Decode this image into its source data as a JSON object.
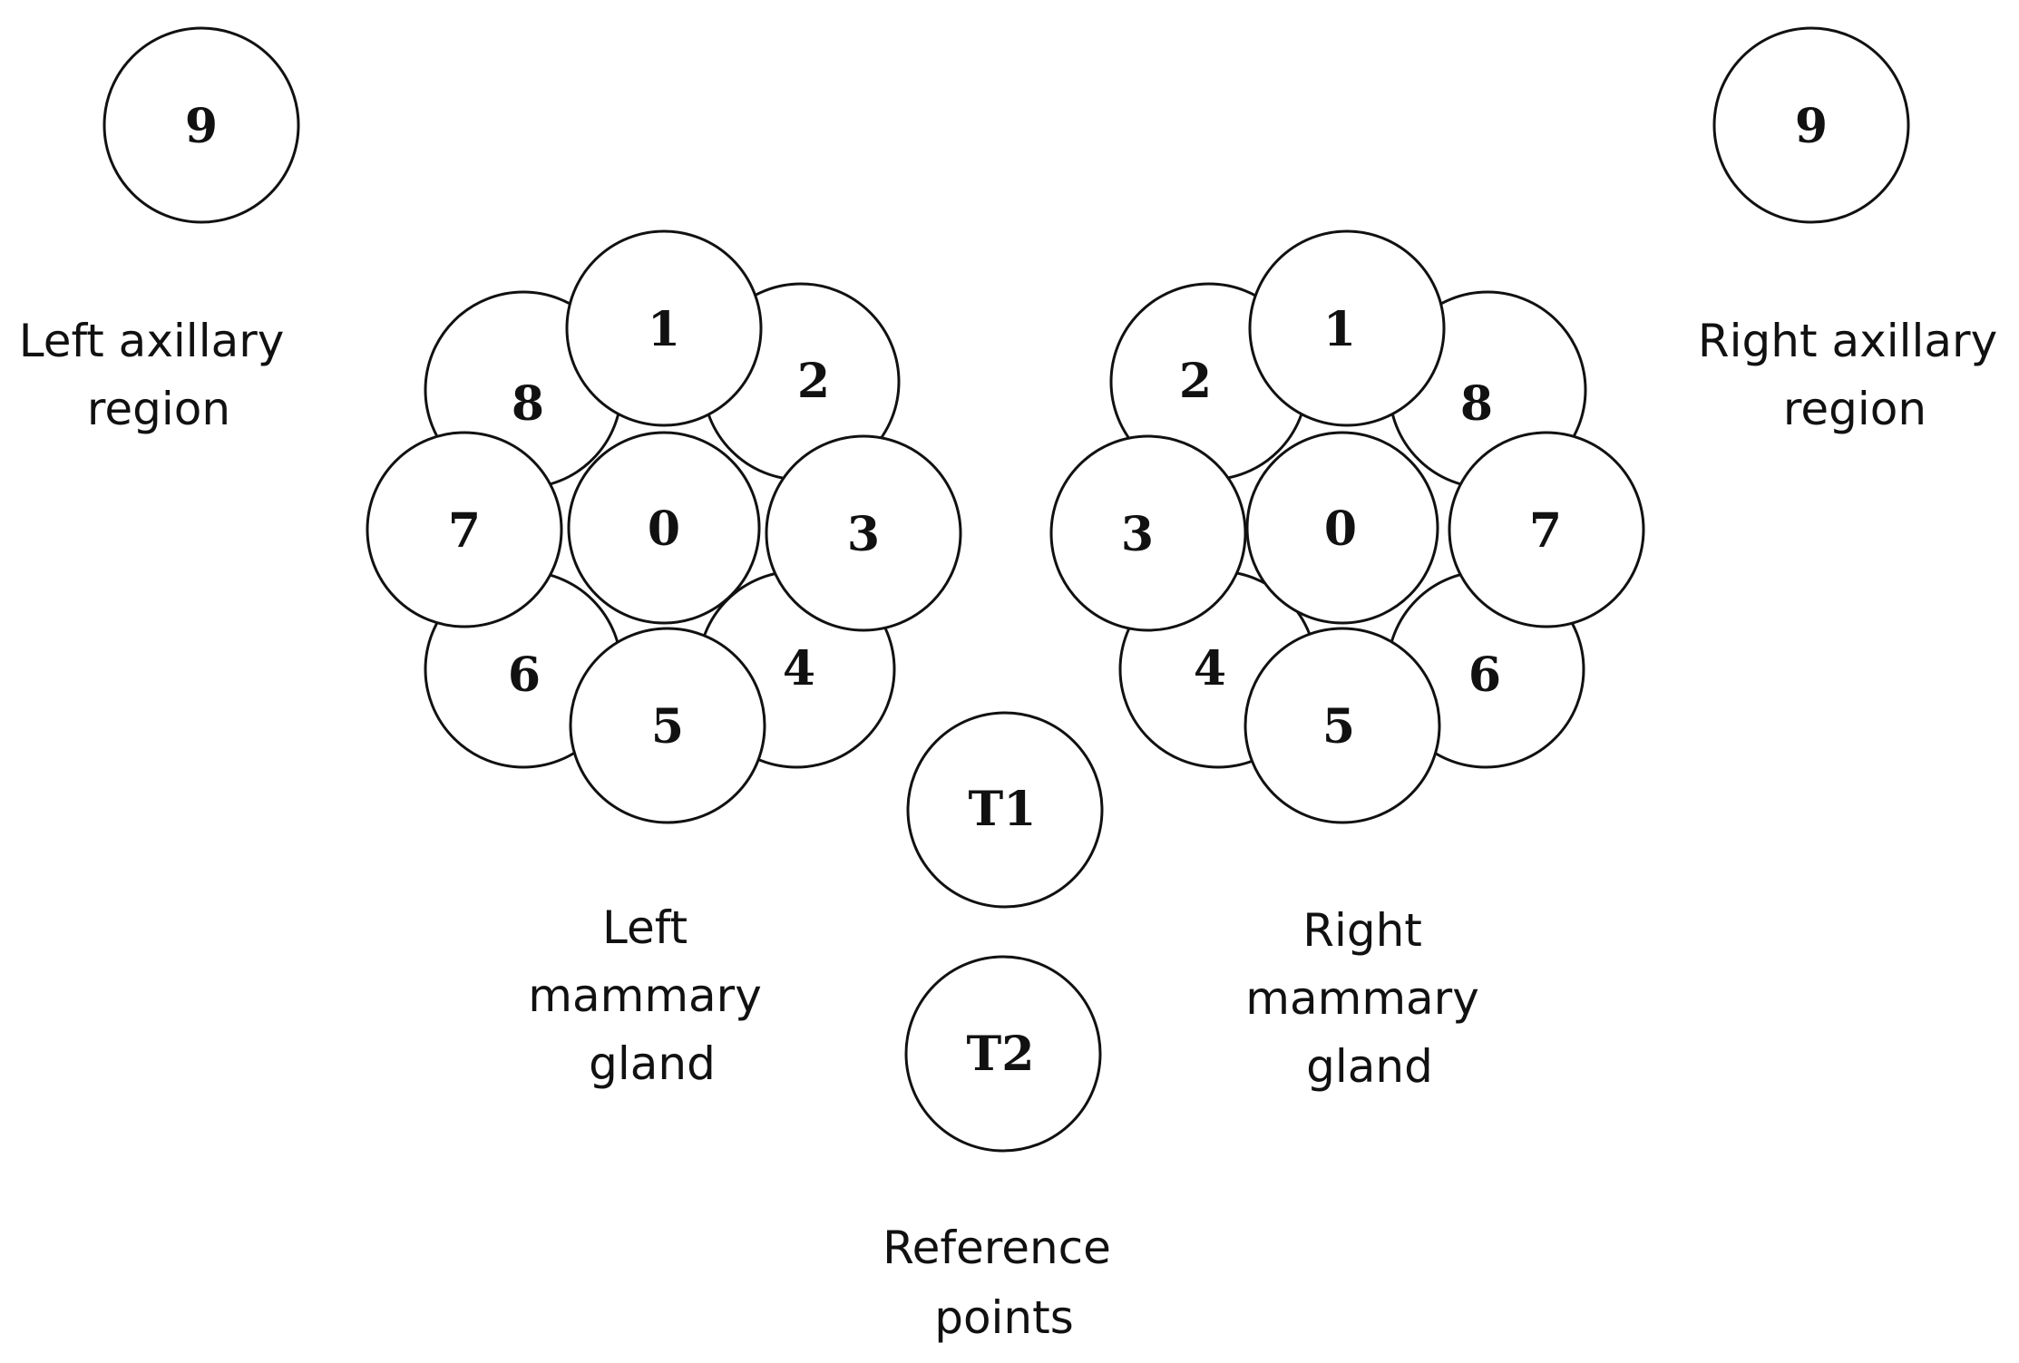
{
  "left_axillary": {
    "point": "9",
    "label_lines": [
      "Left axillary",
      "region"
    ]
  },
  "right_axillary": {
    "point": "9",
    "label_lines": [
      "Right axillary",
      "region"
    ]
  },
  "left_gland": {
    "points": [
      "8",
      "2",
      "6",
      "4",
      "1",
      "7",
      "3",
      "5",
      "0"
    ],
    "label_lines": [
      "Left",
      "mammary",
      "gland"
    ]
  },
  "right_gland": {
    "points": [
      "2",
      "8",
      "4",
      "6",
      "1",
      "3",
      "7",
      "5",
      "0"
    ],
    "label_lines": [
      "Right",
      "mammary",
      "gland"
    ]
  },
  "reference": {
    "points": [
      "T1",
      "T2"
    ],
    "label_lines": [
      "Reference",
      "points"
    ]
  }
}
